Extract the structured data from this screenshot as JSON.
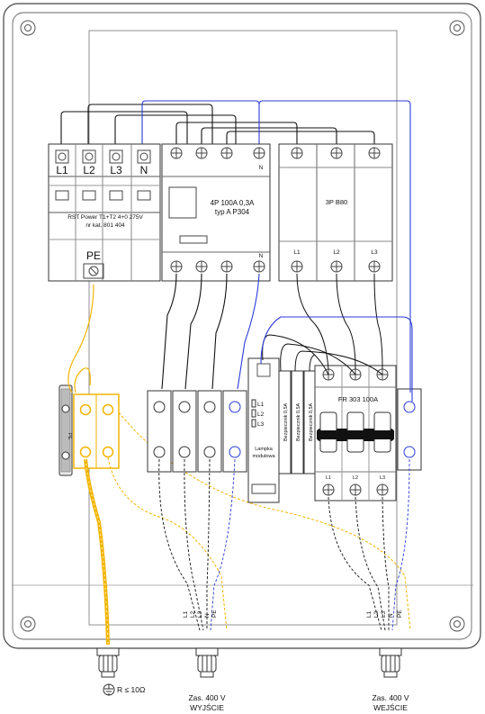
{
  "spd": {
    "terminals": [
      "L1",
      "L2",
      "L3",
      "N"
    ],
    "line1": "RST Power T1+T2 4+0 275V",
    "line2": "nr kat. 801 404",
    "pe_label": "PE"
  },
  "rcd": {
    "line1": "4P 100A 0,3A",
    "line2": "typ A P304",
    "n_top": "N",
    "n_bottom": "N"
  },
  "switch3p_top": {
    "label": "3P B80",
    "bottom_terminals": [
      "L1",
      "L2",
      "L3"
    ]
  },
  "pe_bar": {
    "label": "PE"
  },
  "lamp": {
    "indicators": [
      "L1",
      "L2",
      "L3"
    ],
    "line1": "Lampka",
    "line2": "modułowa"
  },
  "fuses": [
    "Bezpiecznik 0,5A",
    "Bezpiecznik 0,5A",
    "Bezpiecznik 0,5A"
  ],
  "fr_switch": {
    "label": "FR 303 100A",
    "bottom_terminals": [
      "L1",
      "L2",
      "L3"
    ]
  },
  "output_cable": {
    "wires": [
      "L1",
      "L2",
      "L3",
      "N",
      "PE"
    ],
    "caption1": "Zas. 400 V",
    "caption2": "WYJŚCIE"
  },
  "input_cable": {
    "wires": [
      "L1",
      "L2",
      "L3",
      "N",
      "PE"
    ],
    "caption1": "Zas. 400 V",
    "caption2": "WEJŚCIE"
  },
  "earth": {
    "label": "R ≤ 10Ω"
  },
  "colors": {
    "phase_wire": "#111111",
    "neutral_wire": "#2a3bd6",
    "pe_wire": "#f2b400",
    "outline": "#333333"
  }
}
